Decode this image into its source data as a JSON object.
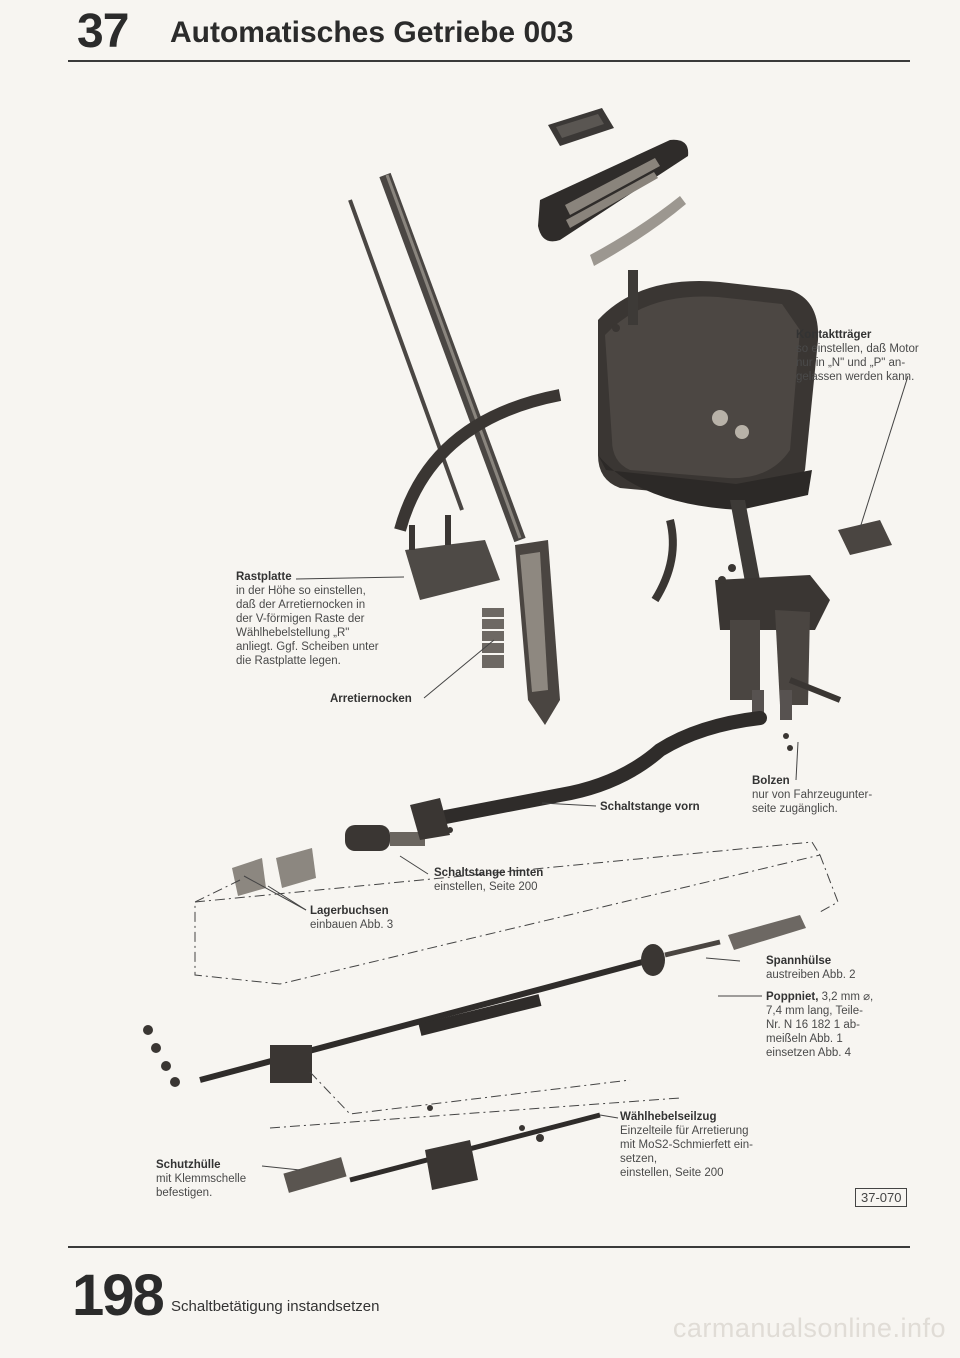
{
  "header": {
    "chapter_number": "37",
    "title": "Automatisches Getriebe 003"
  },
  "footer": {
    "page_number": "198",
    "section": "Schaltbetätigung instandsetzen"
  },
  "figure_ref": "37-070",
  "watermark": "carmanualsonline.info",
  "labels": {
    "kontakttraeger": {
      "title": "Kontaktträger",
      "desc": "so einstellen, daß Motor\nnur in „N\" und „P\" an-\ngelassen werden kann."
    },
    "rastplatte": {
      "title": "Rastplatte",
      "desc": "in der Höhe so einstellen,\ndaß der Arretiernocken in\nder V-förmigen Raste der\nWählhebelstellung „R\"\nanliegt. Ggf. Scheiben unter\ndie Rastplatte legen."
    },
    "arretiernocken": {
      "title": "Arretiernocken"
    },
    "bolzen": {
      "title": "Bolzen",
      "desc": "nur von Fahrzeugunter-\nseite zugänglich."
    },
    "schaltstange_vorn": {
      "title": "Schaltstange vorn"
    },
    "schaltstange_hinten": {
      "title": "Schaltstange hinten",
      "desc": "einstellen, Seite 200"
    },
    "lagerbuchsen": {
      "title": "Lagerbuchsen",
      "desc": "einbauen Abb. 3"
    },
    "spannhuelse": {
      "title": "Spannhülse",
      "desc": "austreiben Abb. 2"
    },
    "poppniet": {
      "title": "Poppniet,",
      "desc": " 3,2 mm ⌀,\n7,4 mm lang, Teile-\nNr. N 16 182 1 ab-\nmeißeln Abb. 1\neinsetzen Abb. 4"
    },
    "waehlhebelseilzug": {
      "title": "Wählhebelseilzug",
      "desc": "Einzelteile für Arretierung\nmit MoS2-Schmierfett ein-\nsetzen,\neinstellen, Seite 200"
    },
    "schutzhuelle": {
      "title": "Schutzhülle",
      "desc": "mit Klemmschelle\nbefestigen."
    }
  }
}
